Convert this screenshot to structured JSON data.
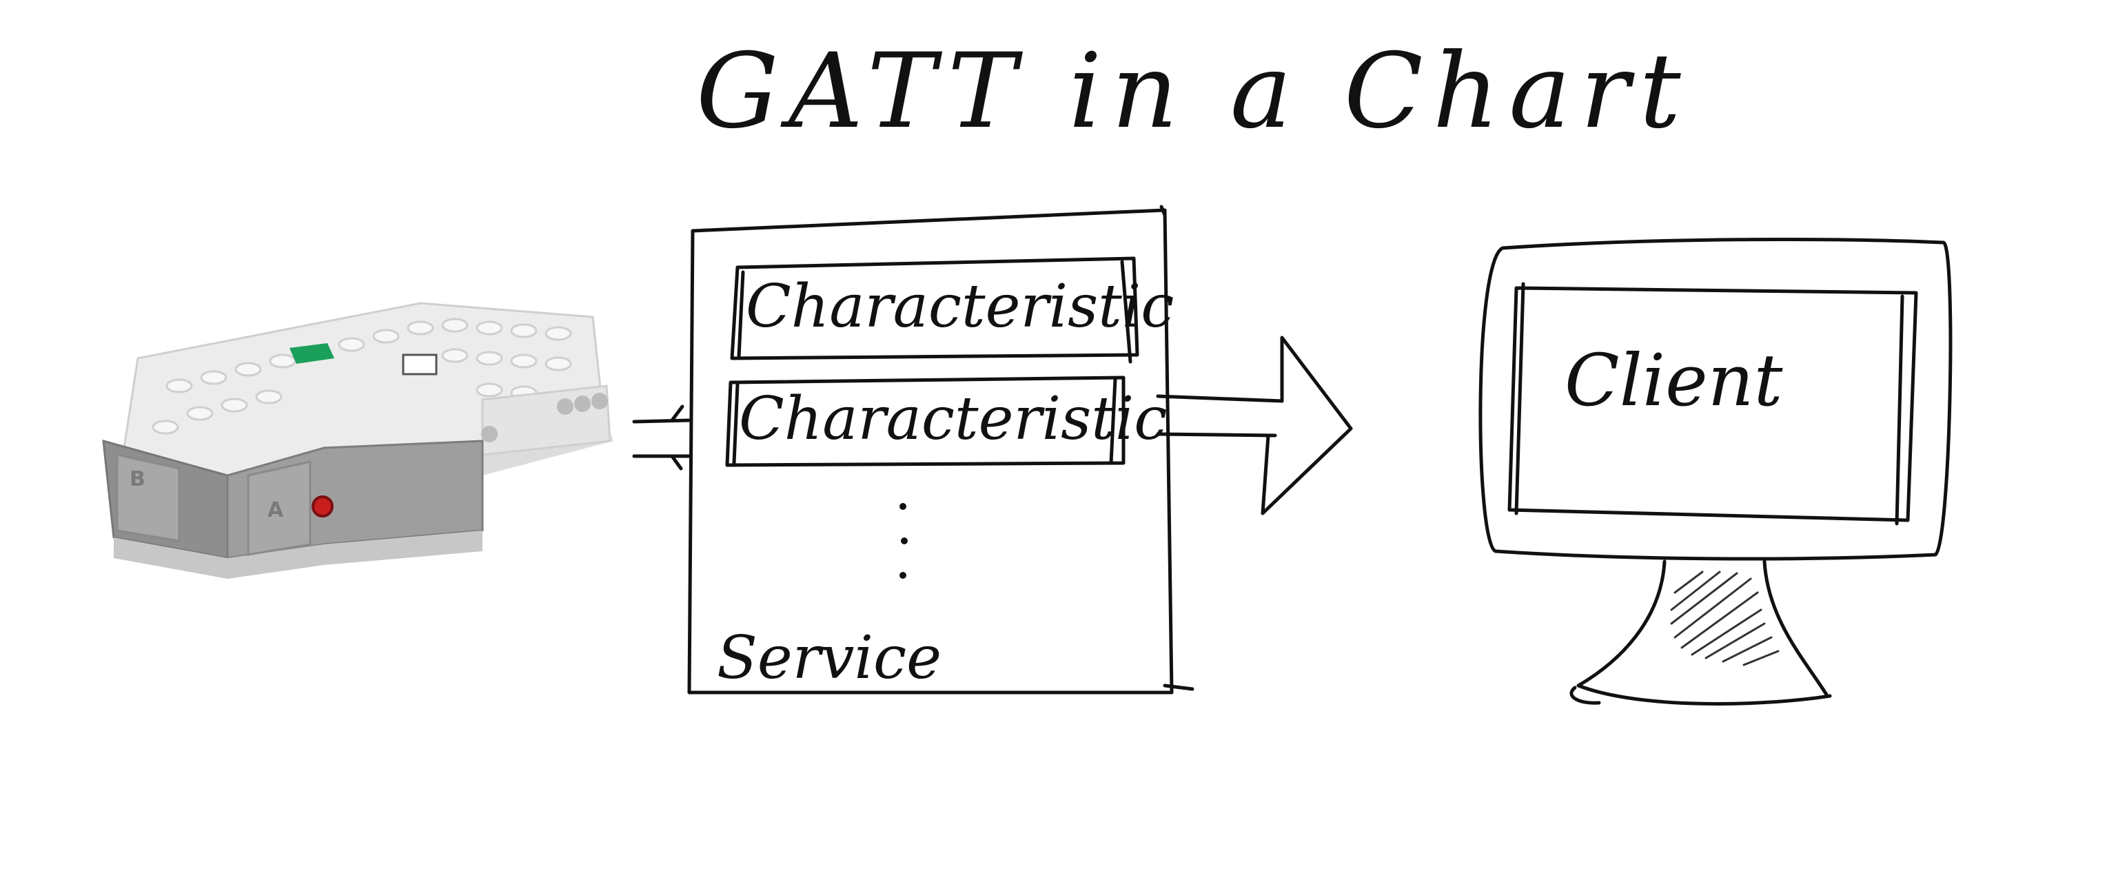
{
  "title": "GATT in a Chart",
  "service": {
    "label": "Service",
    "characteristics": [
      "Characteristic",
      "Characteristic"
    ],
    "ellipsis": "⋮"
  },
  "client": {
    "label": "Client"
  },
  "device": {
    "port_a": "A",
    "port_b": "B"
  },
  "colors": {
    "ink": "#111111",
    "brick_white": "#e9e9e9",
    "brick_gray": "#9a9a9a",
    "led_green": "#1aa05a",
    "port_red": "#c81e1e"
  }
}
